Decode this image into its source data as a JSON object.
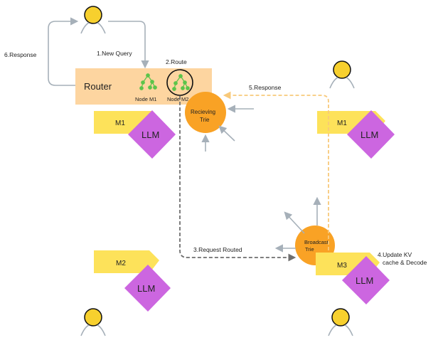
{
  "router": {
    "label": "Router"
  },
  "nodes": {
    "m1": "Node M1",
    "m2": "Node M2",
    "more": "..."
  },
  "steps": {
    "new_query": "1.New Query",
    "route": "2.Route",
    "request_routed": "3.Request Routed",
    "update_kv_line1": "4.Update KV",
    "update_kv_line2": "cache & Decode",
    "response_5": "5.Response",
    "response_6": "6.Response"
  },
  "tries": {
    "receiving_line1": "Recieving",
    "receiving_line2": "Trie",
    "broadcast_line1": "Broadcast",
    "broadcast_line2": "Trie"
  },
  "machines": {
    "m1": "M1",
    "m2": "M2",
    "m3": "M3"
  },
  "llm_label": "LLM",
  "colors": {
    "router_fill": "#fdd5a0",
    "machine_fill": "#fde25a",
    "llm_fill": "#cc66e0",
    "trie_fill": "#f9a225",
    "user_fill": "#f7d02e",
    "arrow_gray": "#a6b0b9",
    "dashed_gray": "#6f6f6f",
    "dashed_orange": "#f8c97a",
    "tree_green": "#5cc44a"
  }
}
